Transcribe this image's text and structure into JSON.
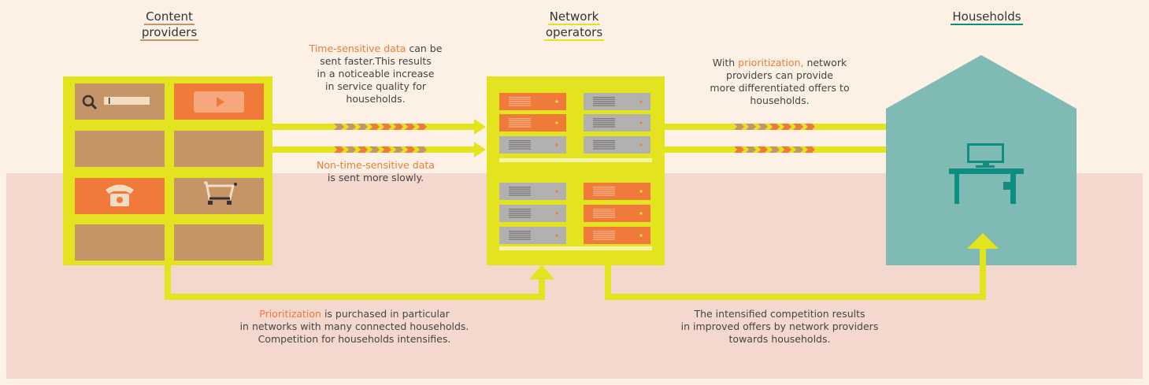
{
  "titles": {
    "content_line1": "Content",
    "content_line2": "providers",
    "network_line1": "Network",
    "network_line2": "operators",
    "households": "Households"
  },
  "captions": {
    "time_sensitive_hl": "Time-sensitive data",
    "time_sensitive_rest1": " can be",
    "time_sensitive_rest2": "sent faster.This results",
    "time_sensitive_rest3": "in a noticeable increase",
    "time_sensitive_rest4": "in service quality for",
    "time_sensitive_rest5": "households.",
    "non_time_hl": "Non-time-sensitive data",
    "non_time_rest": "is sent more slowly.",
    "prioritization_pre": "With ",
    "prioritization_hl": "prioritization,",
    "prioritization_rest1": " network",
    "prioritization_rest2": "providers can provide",
    "prioritization_rest3": "more differentiated offers to",
    "prioritization_rest4": "households.",
    "purchase_hl": "Prioritization",
    "purchase_rest1": " is purchased in particular",
    "purchase_rest2": "in networks with many connected households.",
    "purchase_rest3": "Competition for households intensifies.",
    "competition_line1": "The intensified competition results",
    "competition_line2": "in improved offers by network providers",
    "competition_line3": "towards households."
  },
  "colors": {
    "yellow": "#e3e41f",
    "orange": "#f07a3a",
    "tan": "#c59567",
    "teal": "#7fbab5",
    "dark_teal": "#0f8e80",
    "gray": "#b3b1af"
  }
}
